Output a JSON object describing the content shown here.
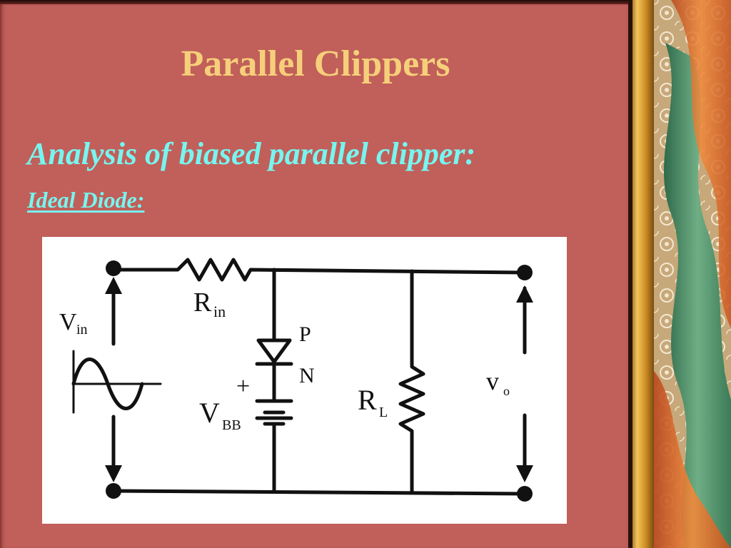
{
  "slide": {
    "title": "Parallel Clippers",
    "subtitle": "Analysis of biased parallel clipper:",
    "subheading": "Ideal Diode:"
  },
  "circuit": {
    "labels": {
      "vin": "V",
      "vin_sub": "in",
      "rin": "R",
      "rin_sub": "in",
      "diode_p": "P",
      "diode_n": "N",
      "plus": "+",
      "vbb": "V",
      "vbb_sub": "BB",
      "rl": "R",
      "rl_sub": "L",
      "vo": "v",
      "vo_sub": "o"
    }
  },
  "colors": {
    "background": "#c15f5a",
    "title": "#f6cf7a",
    "subtitle": "#77f5ef",
    "circuit_bg": "#ffffff",
    "wire": "#111111"
  }
}
